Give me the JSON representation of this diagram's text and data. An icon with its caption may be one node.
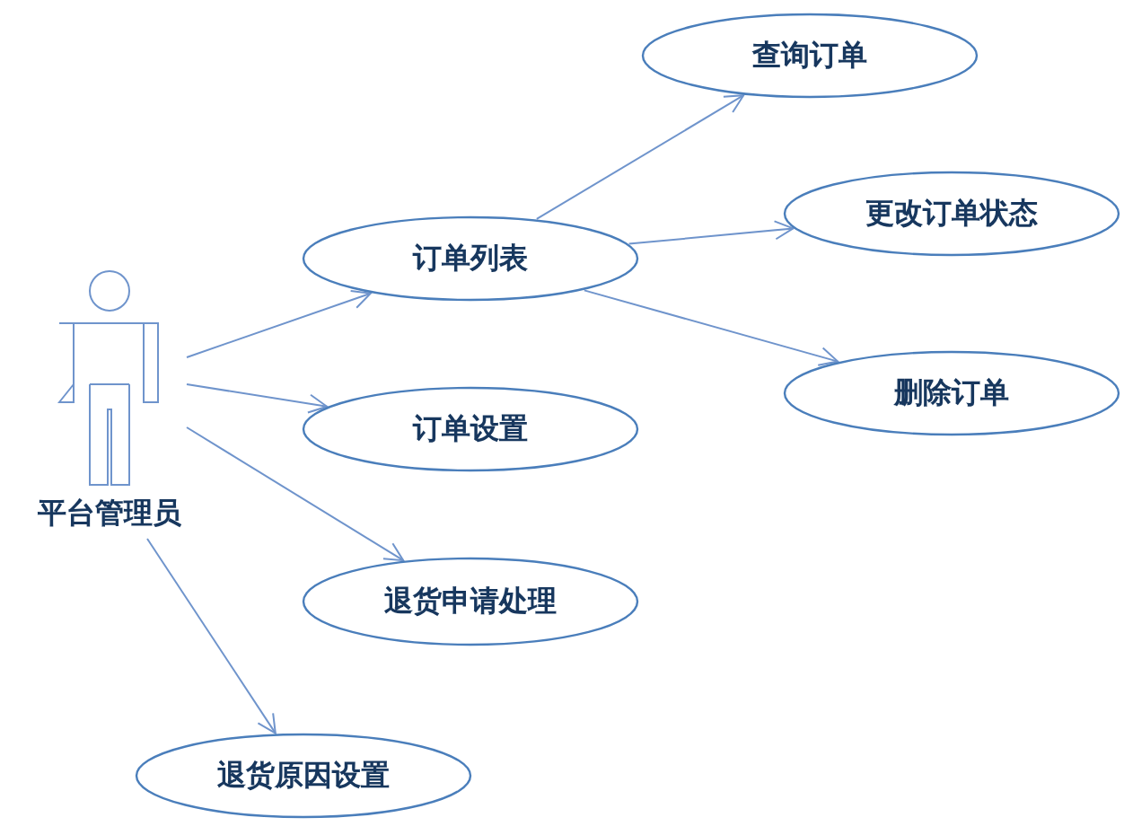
{
  "diagram": {
    "nodes": [
      {
        "text": [
          "平台管理员"
        ]
      },
      {
        "text": [
          "订单列表"
        ]
      },
      {
        "text": [
          "查询订单"
        ]
      },
      {
        "text": [
          "更改订单状态"
        ]
      },
      {
        "text": [
          "删除订单"
        ]
      },
      {
        "text": [
          "订单设置"
        ]
      },
      {
        "text": [
          "退货申请处理"
        ]
      },
      {
        "text": [
          "退货原因设置"
        ]
      }
    ],
    "edges": [
      {
        "from": 0,
        "to": 1,
        "arrow": "to"
      },
      {
        "from": 0,
        "to": 5,
        "arrow": "to"
      },
      {
        "from": 0,
        "to": 6,
        "arrow": "to"
      },
      {
        "from": 0,
        "to": 7,
        "arrow": "to"
      },
      {
        "from": 1,
        "to": 2,
        "arrow": "to"
      },
      {
        "from": 1,
        "to": 3,
        "arrow": "to"
      },
      {
        "from": 1,
        "to": 4,
        "arrow": "to"
      }
    ]
  }
}
